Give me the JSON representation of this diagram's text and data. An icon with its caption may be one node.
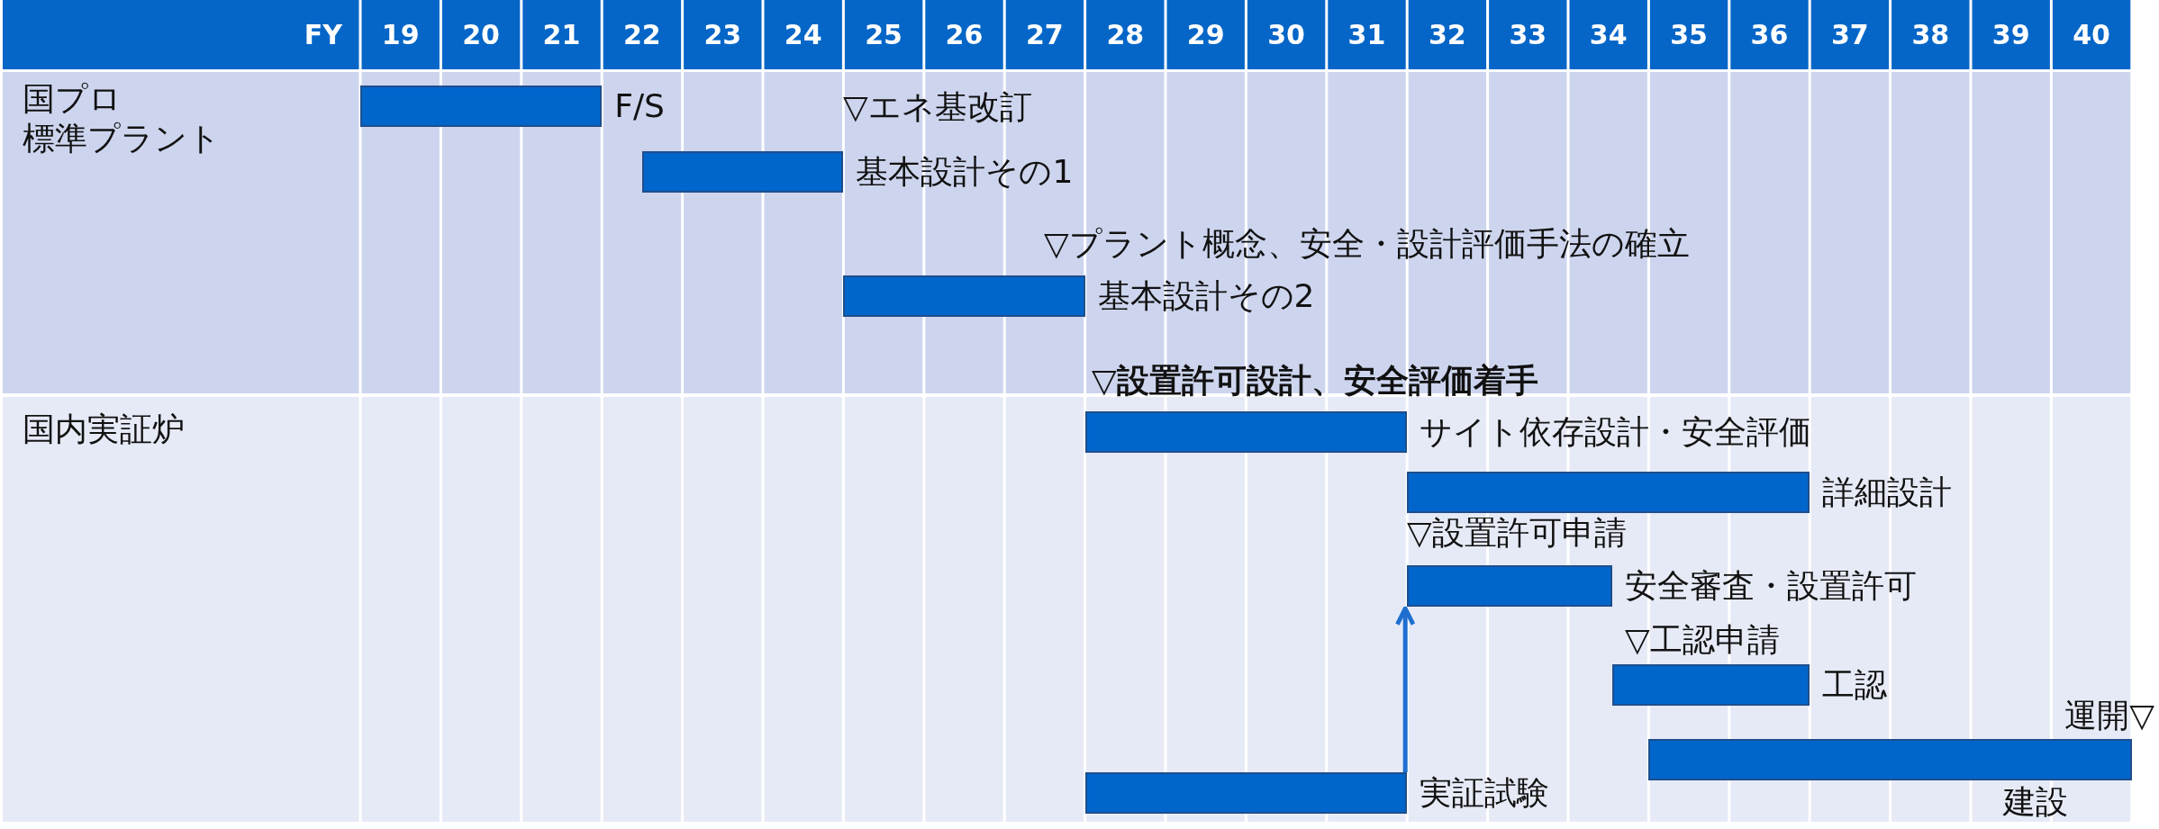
{
  "diagram": {
    "nodes": [
      {
        "text": [
          "国プロ標準プラント"
        ]
      },
      {
        "text": [],
        "shape": "bar",
        "in": 0,
        "beside": [
          "F/S"
        ]
      },
      {
        "text": [],
        "shape": "bar",
        "in": 0,
        "beside": [
          "基本設計その1"
        ]
      },
      {
        "text": [],
        "shape": "bar",
        "in": 0,
        "beside": [
          "基本設計その2"
        ]
      },
      {
        "text": [
          "国内実証炉"
        ]
      },
      {
        "text": [],
        "shape": "bar",
        "in": 4,
        "beside": [
          "サイト依存設計・安全評価"
        ]
      },
      {
        "text": [],
        "shape": "bar",
        "in": 4,
        "beside": [
          "詳細設計"
        ]
      },
      {
        "text": [],
        "shape": "bar",
        "in": 4,
        "beside": [
          "安全審査・設置許可"
        ]
      },
      {
        "text": [],
        "shape": "bar",
        "in": 4,
        "beside": [
          "工認"
        ]
      },
      {
        "text": [],
        "shape": "bar",
        "in": 4,
        "beside": [
          "建設"
        ]
      },
      {
        "text": [],
        "shape": "bar",
        "in": 4,
        "beside": [
          "実証試験"
        ]
      }
    ],
    "edges": [
      {
        "from": 10,
        "to": 7,
        "arrow": "to"
      }
    ],
    "labels": [
      "FY",
      "19",
      "20",
      "21",
      "22",
      "23",
      "24",
      "25",
      "26",
      "27",
      "28",
      "29",
      "30",
      "31",
      "32",
      "33",
      "34",
      "35",
      "36",
      "37",
      "38",
      "39",
      "40",
      "▽エネ基改訂",
      "▽プラント概念、安全・設計評価手法の確立",
      "▽設置許可設計、安全評価着手",
      "▽設置許可申請",
      "▽工認申請",
      "運開▽"
    ]
  }
}
